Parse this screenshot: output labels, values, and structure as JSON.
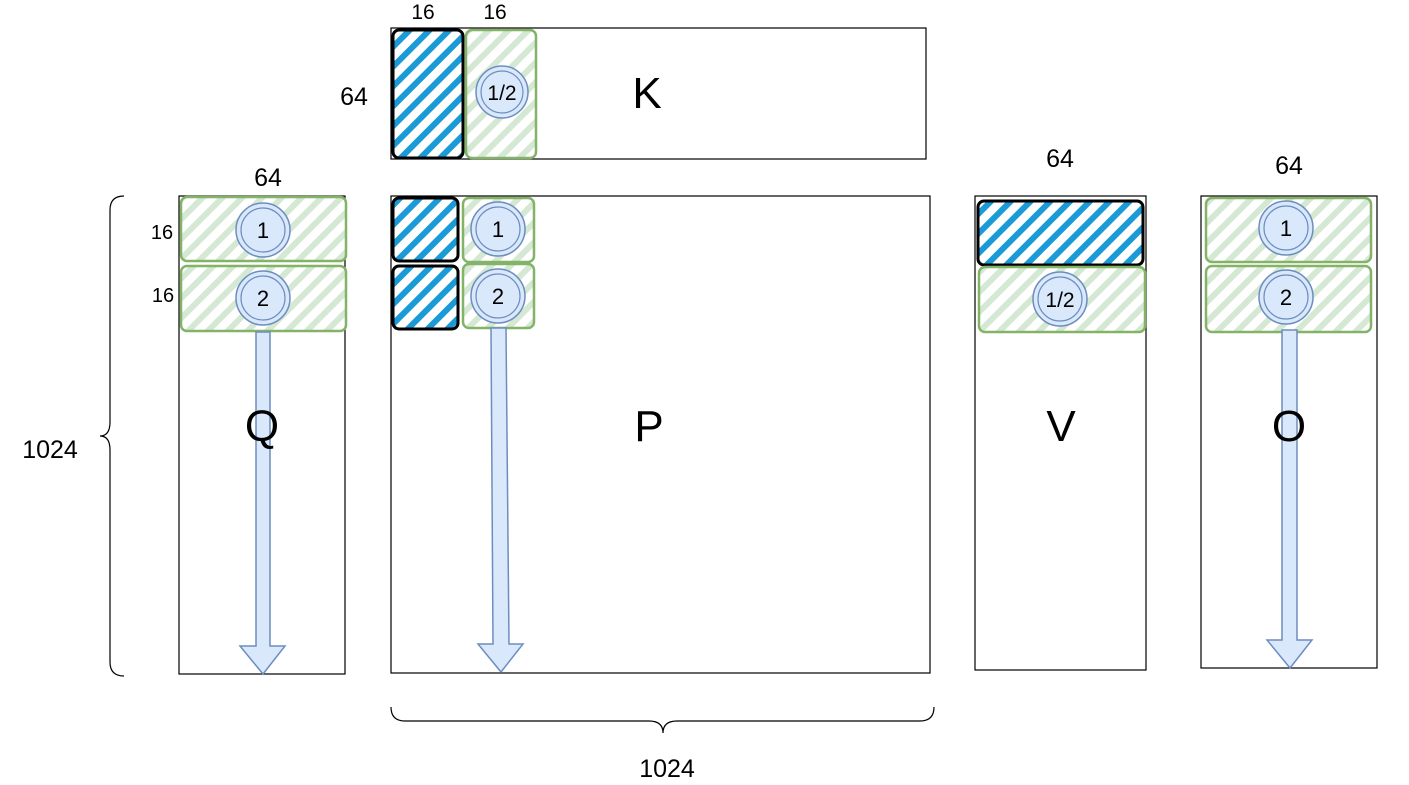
{
  "colors": {
    "outline": "#000000",
    "blue_hatch": "#1a9bd7",
    "green_border": "#82b366",
    "green_hatch": "#d5e8d4",
    "circle_fill": "#dae8fc",
    "circle_stroke": "#6c8ebf",
    "arrow_fill": "#dae8fc",
    "arrow_stroke": "#6c8ebf"
  },
  "matrices": {
    "K": "K",
    "Q": "Q",
    "P": "P",
    "V": "V",
    "O": "O"
  },
  "dimensions": {
    "k_col_width_1": "16",
    "k_col_width_2": "16",
    "k_height": "64",
    "q_width": "64",
    "q_row_height_1": "16",
    "q_row_height_2": "16",
    "v_width": "64",
    "o_width": "64",
    "seq_len_vertical": "1024",
    "seq_len_horizontal": "1024"
  },
  "block_markers": {
    "k_tile": "1/2",
    "q_tile_1": "1",
    "q_tile_2": "2",
    "p_tile_1": "1",
    "p_tile_2": "2",
    "v_tile": "1/2",
    "o_tile_1": "1",
    "o_tile_2": "2"
  }
}
